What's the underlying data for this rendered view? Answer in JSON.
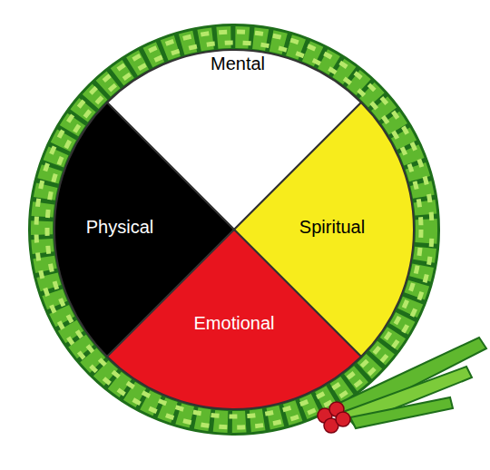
{
  "diagram": {
    "nodes": [
      {
        "text": [
          "Mental"
        ]
      },
      {
        "text": [
          "Physical"
        ]
      },
      {
        "text": [
          "Spiritual"
        ]
      },
      {
        "text": [
          "Emotional"
        ]
      }
    ]
  }
}
